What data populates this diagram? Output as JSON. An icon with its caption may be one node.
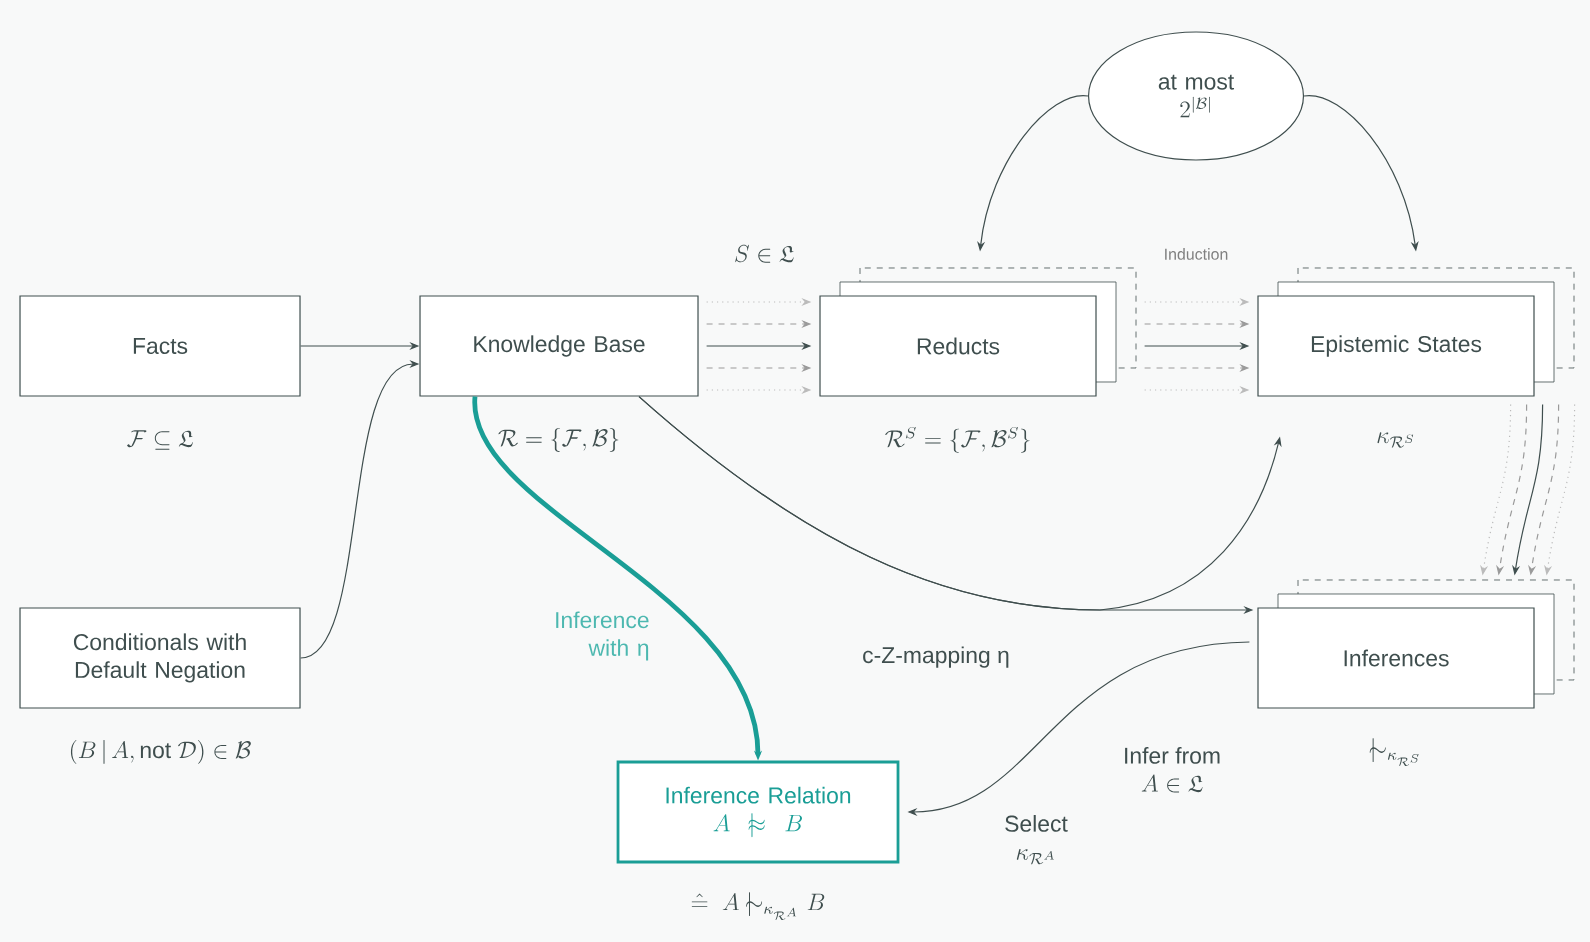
{
  "diagram": {
    "nodes": [
      {
        "text": [
          "Facts"
        ],
        "beside": [
          "\\mathcal{F} \\subseteq \\mathfrak{L}"
        ]
      },
      {
        "text": [
          "Knowledge Base"
        ],
        "beside": [
          "\\mathcal{R} = \\{\\mathcal{F}, \\mathcal{B}\\}"
        ]
      },
      {
        "text": [
          "Conditionals with Default Negation"
        ],
        "beside": [
          "(B \\,|\\, A, \\mathrm{not}\\ \\mathcal{D}) \\in \\mathcal{B}"
        ]
      },
      {
        "text": [
          "at most",
          "2^{|\\mathcal{B}|}"
        ]
      },
      {
        "text": [
          "Reducts"
        ],
        "beside": [
          "\\mathcal{R}^S = \\{\\mathcal{F}, \\mathcal{B}^S\\}"
        ]
      },
      {
        "text": [
          "Epistemic States"
        ],
        "beside": [
          "\\kappa_{\\mathcal{R}^S}"
        ]
      },
      {
        "text": [
          "Inferences"
        ],
        "beside": [
          "\\mathrel{|}\\!\\!\\sim_{\\kappa_{\\mathcal{R}^S}}"
        ]
      },
      {
        "text": [
          "Inference Relation",
          "A \\mathrel{|}\\!\\!\\approx B"
        ],
        "beside": [
          "\\mathrel{\\hat{=}}\\; A \\mathrel{|}\\!\\!\\sim_{\\kappa_{\\mathcal{R}^A}} B"
        ]
      }
    ],
    "edges": [
      {
        "from": 0,
        "to": 1,
        "arrow": "to"
      },
      {
        "from": 2,
        "to": 1,
        "arrow": "to"
      },
      {
        "from": 1,
        "to": 4,
        "arrow": "to",
        "style": "dashed",
        "color": "#bbbbbb"
      },
      {
        "from": 1,
        "to": 4,
        "arrow": "to",
        "style": "dashed",
        "color": "#9a9a9a"
      },
      {
        "from": 1,
        "to": 4,
        "arrow": "to"
      },
      {
        "from": 1,
        "to": 4,
        "arrow": "to",
        "style": "dashed",
        "color": "#9a9a9a"
      },
      {
        "from": 1,
        "to": 4,
        "arrow": "to",
        "style": "dashed",
        "color": "#bbbbbb"
      },
      {
        "from": 3,
        "to": 4,
        "arrow": "to"
      },
      {
        "from": 3,
        "to": 5,
        "arrow": "to"
      },
      {
        "from": 4,
        "to": 5,
        "arrow": "to",
        "style": "dashed",
        "color": "#bbbbbb"
      },
      {
        "from": 4,
        "to": 5,
        "arrow": "to",
        "style": "dashed",
        "color": "#9a9a9a"
      },
      {
        "from": 4,
        "to": 5,
        "arrow": "to"
      },
      {
        "from": 4,
        "to": 5,
        "arrow": "to",
        "style": "dashed",
        "color": "#9a9a9a"
      },
      {
        "from": 4,
        "to": 5,
        "arrow": "to",
        "style": "dashed",
        "color": "#bbbbbb"
      },
      {
        "from": 1,
        "to": 6,
        "arrow": "to",
        "label": "c-Z-mapping η"
      },
      {
        "from": 1,
        "to": 5,
        "arrow": "to"
      },
      {
        "from": 5,
        "to": 6,
        "arrow": "to",
        "style": "dashed",
        "color": "#bbbbbb"
      },
      {
        "from": 5,
        "to": 6,
        "arrow": "to",
        "style": "dashed",
        "color": "#9a9a9a"
      },
      {
        "from": 5,
        "to": 6,
        "arrow": "to"
      },
      {
        "from": 5,
        "to": 6,
        "arrow": "to",
        "style": "dashed",
        "color": "#9a9a9a"
      },
      {
        "from": 5,
        "to": 6,
        "arrow": "to",
        "style": "dashed",
        "color": "#bbbbbb"
      },
      {
        "from": 1,
        "to": 7,
        "arrow": "to",
        "style": "thick",
        "color": "#1a9e96",
        "label": "Inference with η"
      },
      {
        "from": 6,
        "to": 7,
        "arrow": "to"
      }
    ],
    "labels": [
      "S \\in \\mathfrak{L}",
      "Induction",
      "\\begin{array}{c}\\text{Infer from}\\\\ A \\in \\mathfrak{L}\\end{array}",
      "\\begin{array}{c}\\text{Select}\\\\ \\kappa_{\\mathcal{R}^A}\\end{array}"
    ]
  }
}
